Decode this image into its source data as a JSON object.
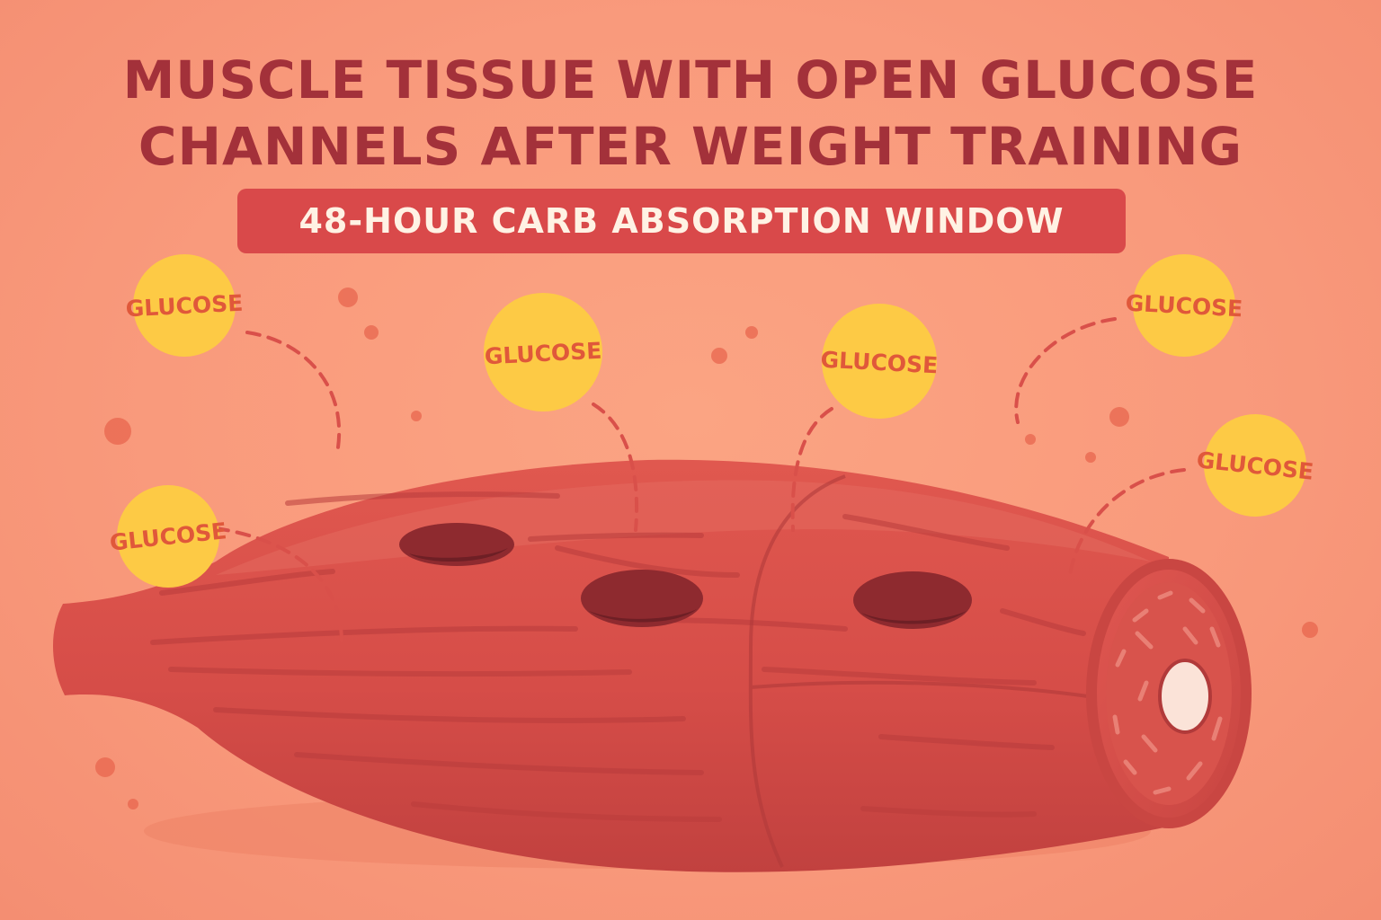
{
  "title": {
    "line1": "MUSCLE TISSUE WITH OPEN GLUCOSE",
    "line2": "CHANNELS AFTER WEIGHT TRAINING"
  },
  "subtitle": "48-HOUR CARB ABSORPTION WINDOW",
  "glucose_label": "GLUCOSE",
  "colors": {
    "background": "#f99a7c",
    "title": "#a3313a",
    "banner": "#d9494a",
    "banner_text": "#fff2e4",
    "muscle": "#d9504a",
    "muscle_dark": "#b53c3c",
    "channel": "#8e2a2f",
    "glucose_fill": "#fdca45",
    "glucose_text": "#e0583a"
  }
}
